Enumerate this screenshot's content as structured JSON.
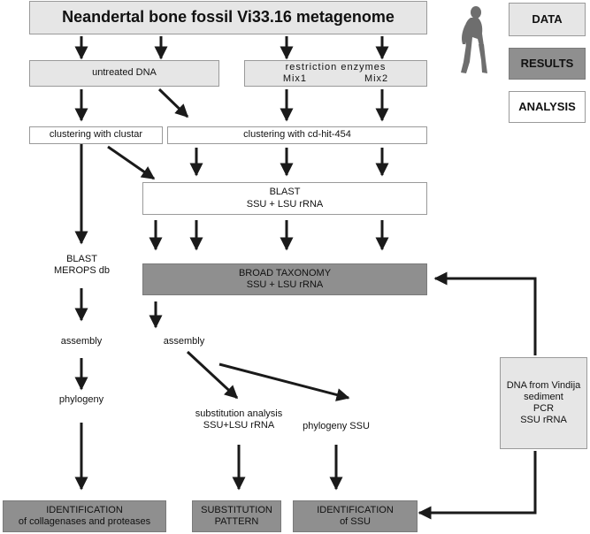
{
  "title": "Neandertal bone fossil Vi33.16 metagenome",
  "legend": {
    "data": "DATA",
    "results": "RESULTS",
    "analysis": "ANALYSIS"
  },
  "untreated": "untreated DNA",
  "restriction": {
    "line1": "restriction enzymes",
    "mix1": "Mix1",
    "mix2": "Mix2"
  },
  "clustar": "clustering with clustar",
  "cdhit": "clustering with cd-hit-454",
  "blast": {
    "line1": "BLAST",
    "line2": "SSU + LSU rRNA"
  },
  "blast_merops": {
    "line1": "BLAST",
    "line2": "MEROPS db"
  },
  "broad": {
    "line1": "BROAD TAXONOMY",
    "line2": "SSU + LSU rRNA"
  },
  "assembly_left": "assembly",
  "assembly_mid": "assembly",
  "phylogeny": "phylogeny",
  "substitution": {
    "line1": "substitution analysis",
    "line2": "SSU+LSU rRNA"
  },
  "phylogeny_ssu": "phylogeny SSU",
  "vindija": {
    "line1": "DNA from Vindija",
    "line2": "sediment",
    "line3": "PCR",
    "line4": "SSU rRNA"
  },
  "id_collagenases": {
    "line1": "IDENTIFICATION",
    "line2": "of collagenases and proteases"
  },
  "sub_pattern": {
    "line1": "SUBSTITUTION",
    "line2": "PATTERN"
  },
  "id_ssu": {
    "line1": "IDENTIFICATION",
    "line2": "of SSU"
  },
  "colors": {
    "data": "#e6e6e6",
    "results": "#8f8f8f",
    "analysis": "#ffffff",
    "arrow": "#1a1a1a"
  }
}
